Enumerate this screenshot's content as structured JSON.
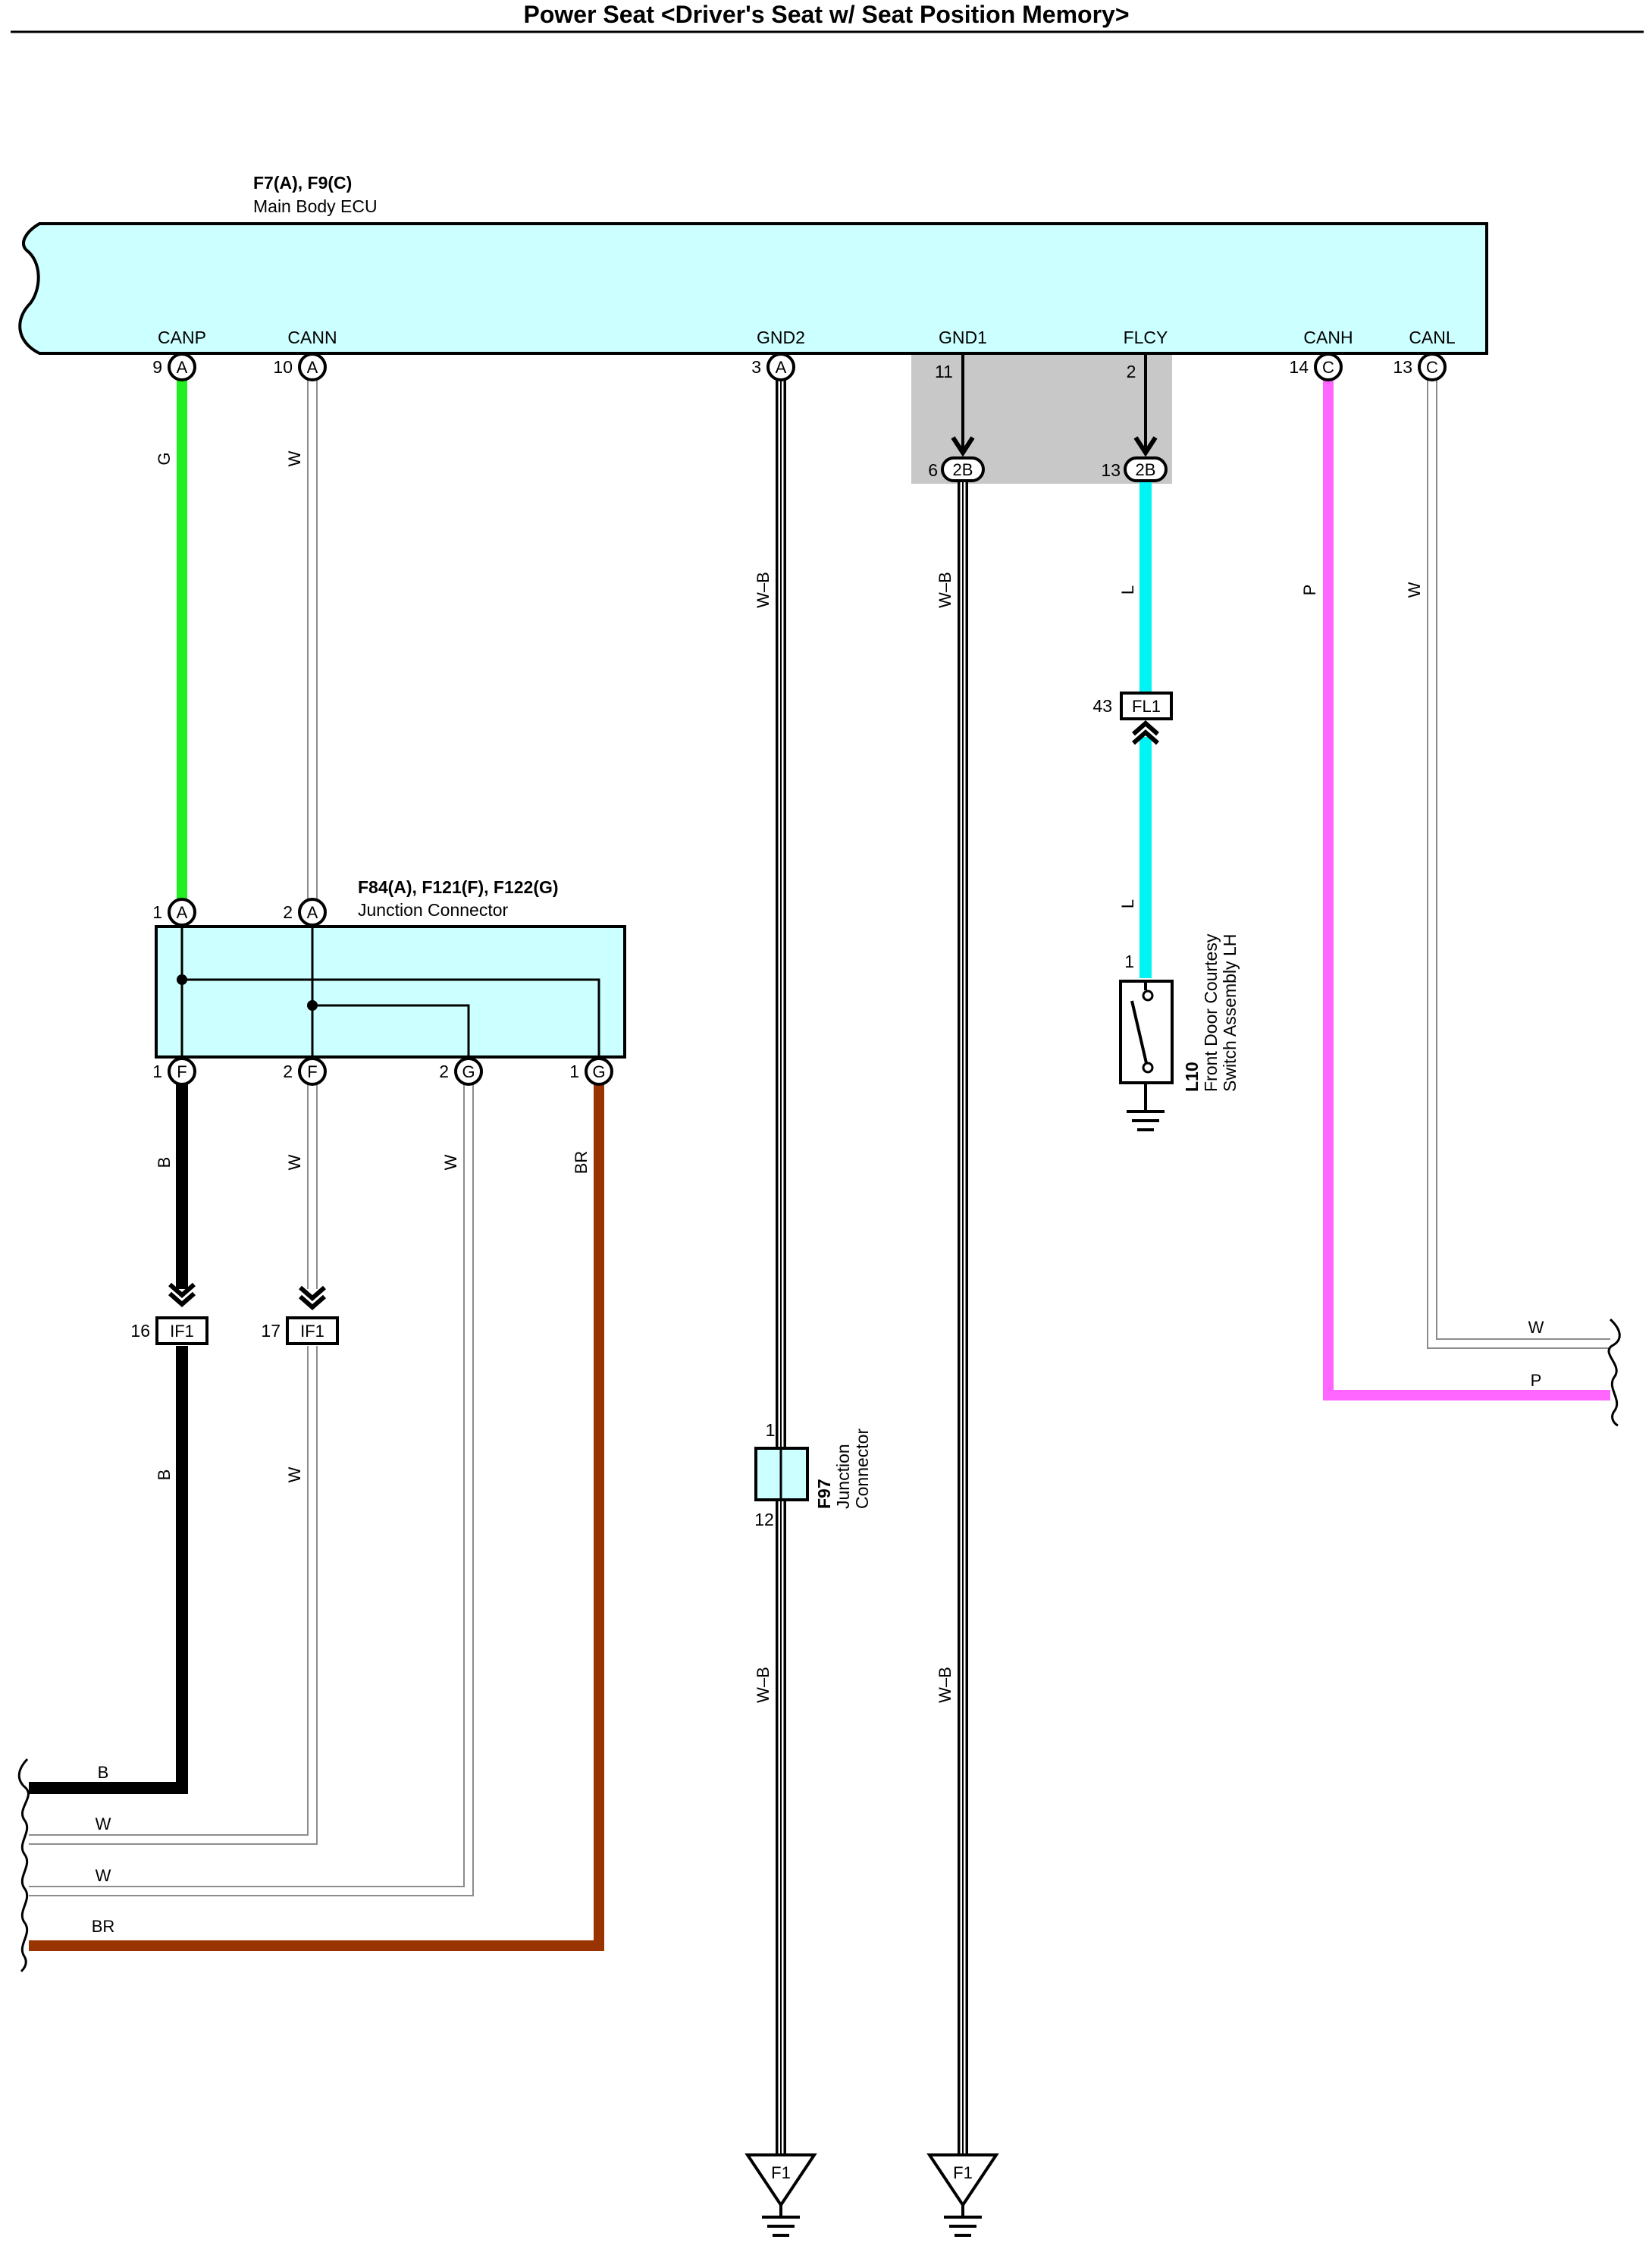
{
  "title": "Power Seat <Driver's Seat w/ Seat Position Memory>",
  "ecu": {
    "code": "F7(A), F9(C)",
    "name": "Main Body ECU",
    "terminals": [
      {
        "label": "CANP",
        "pin": "9",
        "connector": "A"
      },
      {
        "label": "CANN",
        "pin": "10",
        "connector": "A"
      },
      {
        "label": "GND2",
        "pin": "3",
        "connector": "A"
      },
      {
        "label": "GND1",
        "pin": "11",
        "connector": "2B",
        "pin2": "6"
      },
      {
        "label": "FLCY",
        "pin": "2",
        "connector": "2B",
        "pin2": "13"
      },
      {
        "label": "CANH",
        "pin": "14",
        "connector": "C"
      },
      {
        "label": "CANL",
        "pin": "13",
        "connector": "C"
      }
    ]
  },
  "junction_connector": {
    "code": "F84(A), F121(F), F122(G)",
    "name": "Junction Connector",
    "top_pins": [
      {
        "pin": "1",
        "connector": "A"
      },
      {
        "pin": "2",
        "connector": "A"
      }
    ],
    "bottom_pins": [
      {
        "pin": "1",
        "connector": "F"
      },
      {
        "pin": "2",
        "connector": "F"
      },
      {
        "pin": "2",
        "connector": "G"
      },
      {
        "pin": "1",
        "connector": "G"
      }
    ]
  },
  "inline_connectors": [
    {
      "pin": "16",
      "name": "IF1"
    },
    {
      "pin": "17",
      "name": "IF1"
    },
    {
      "pin": "43",
      "name": "FL1"
    }
  ],
  "f97": {
    "code": "F97",
    "name_line1": "Junction",
    "name_line2": "Connector",
    "pin_top": "1",
    "pin_bottom": "12"
  },
  "l10": {
    "code": "L10",
    "name_line1": "Front Door Courtesy",
    "name_line2": "Switch Assembly LH",
    "pin": "1"
  },
  "grounds": [
    {
      "name": "F1"
    },
    {
      "name": "F1"
    }
  ],
  "wire_labels": {
    "canp": "G",
    "cann": "W",
    "gnd2_upper": "W–B",
    "gnd2_lower": "W–B",
    "gnd1_upper": "W–B",
    "gnd1_lower": "W–B",
    "flcy_upper": "L",
    "flcy_lower": "L",
    "canh": "P",
    "canl": "W",
    "canl_out": "W",
    "canh_out": "P",
    "f1_upper": "B",
    "f1_lower": "B",
    "f2_upper": "W",
    "f2_lower": "W",
    "g2": "W",
    "g1": "BR",
    "out_b": "B",
    "out_w1": "W",
    "out_w2": "W",
    "out_br": "BR"
  },
  "colors": {
    "ecu_fill": "#ccffff",
    "shaded_box": "#c8c8c8",
    "green": "#22ee22",
    "cyan": "#00f4f4",
    "pink": "#ff66ff",
    "brown": "#993300",
    "black": "#000000",
    "white_wire_edge": "#8c8c8c"
  }
}
